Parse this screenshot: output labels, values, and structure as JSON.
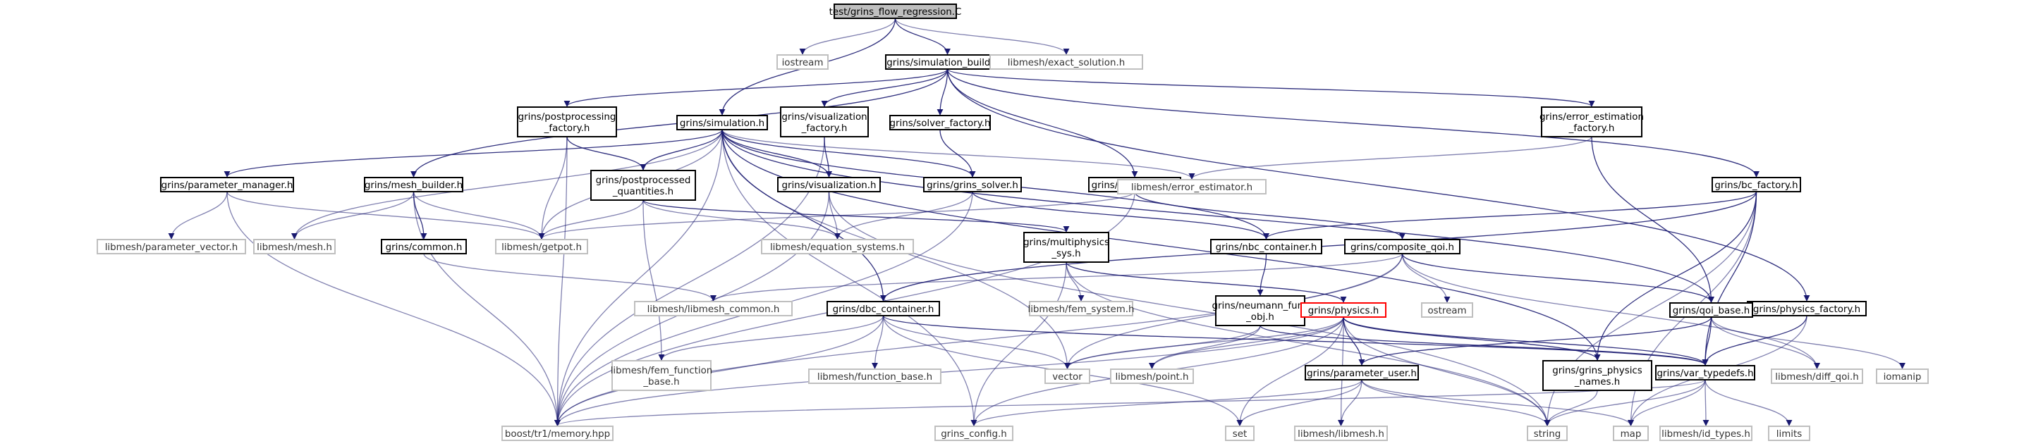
{
  "colors": {
    "edge": "#191970",
    "edge_light": "#b0b0b0",
    "node_border": "#000000",
    "external_border": "#bfbfbf",
    "root_fill": "#bfbfbf",
    "highlight_border": "#ff0000",
    "background": "#ffffff"
  },
  "nodes": {
    "test_grins_flow_regression_c": {
      "lines": [
        "test/grins_flow_regression.C"
      ],
      "kind": "root"
    },
    "iostream": {
      "lines": [
        "iostream"
      ],
      "kind": "external"
    },
    "grins_simulation_builder_h": {
      "lines": [
        "grins/simulation_builder.h"
      ],
      "kind": "local"
    },
    "libmesh_exact_solution_h": {
      "lines": [
        "libmesh/exact_solution.h"
      ],
      "kind": "external"
    },
    "grins_postprocessing_factory_h": {
      "lines": [
        "grins/postprocessing",
        "_factory.h"
      ],
      "kind": "local"
    },
    "grins_simulation_h": {
      "lines": [
        "grins/simulation.h"
      ],
      "kind": "local"
    },
    "grins_visualization_factory_h": {
      "lines": [
        "grins/visualization",
        "_factory.h"
      ],
      "kind": "local"
    },
    "grins_solver_factory_h": {
      "lines": [
        "grins/solver_factory.h"
      ],
      "kind": "local"
    },
    "grins_error_estimation_factory_h": {
      "lines": [
        "grins/error_estimation",
        "_factory.h"
      ],
      "kind": "local"
    },
    "grins_parameter_manager_h": {
      "lines": [
        "grins/parameter_manager.h"
      ],
      "kind": "local"
    },
    "grins_mesh_builder_h": {
      "lines": [
        "grins/mesh_builder.h"
      ],
      "kind": "local"
    },
    "grins_postprocessed_quantities_h": {
      "lines": [
        "grins/postprocessed",
        "_quantities.h"
      ],
      "kind": "local"
    },
    "grins_visualization_h": {
      "lines": [
        "grins/visualization.h"
      ],
      "kind": "local"
    },
    "grins_grins_solver_h": {
      "lines": [
        "grins/grins_solver.h"
      ],
      "kind": "local"
    },
    "grins_qoi_factory_h": {
      "lines": [
        "grins/qoi_factory.h"
      ],
      "kind": "local"
    },
    "libmesh_error_estimator_h": {
      "lines": [
        "libmesh/error_estimator.h"
      ],
      "kind": "external"
    },
    "grins_bc_factory_h": {
      "lines": [
        "grins/bc_factory.h"
      ],
      "kind": "local"
    },
    "libmesh_parameter_vector_h": {
      "lines": [
        "libmesh/parameter_vector.h"
      ],
      "kind": "external"
    },
    "libmesh_mesh_h": {
      "lines": [
        "libmesh/mesh.h"
      ],
      "kind": "external"
    },
    "grins_common_h": {
      "lines": [
        "grins/common.h"
      ],
      "kind": "local"
    },
    "libmesh_getpot_h": {
      "lines": [
        "libmesh/getpot.h"
      ],
      "kind": "external"
    },
    "libmesh_equation_systems_h": {
      "lines": [
        "libmesh/equation_systems.h"
      ],
      "kind": "external"
    },
    "grins_multiphysics_sys_h": {
      "lines": [
        "grins/multiphysics",
        "_sys.h"
      ],
      "kind": "local"
    },
    "grins_nbc_container_h": {
      "lines": [
        "grins/nbc_container.h"
      ],
      "kind": "local"
    },
    "grins_composite_qoi_h": {
      "lines": [
        "grins/composite_qoi.h"
      ],
      "kind": "local"
    },
    "grins_physics_factory_h": {
      "lines": [
        "grins/physics_factory.h"
      ],
      "kind": "local"
    },
    "libmesh_libmesh_common_h": {
      "lines": [
        "libmesh/libmesh_common.h"
      ],
      "kind": "external"
    },
    "grins_dbc_container_h": {
      "lines": [
        "grins/dbc_container.h"
      ],
      "kind": "local"
    },
    "libmesh_fem_system_h": {
      "lines": [
        "libmesh/fem_system.h"
      ],
      "kind": "external"
    },
    "grins_neumann_func_obj_h": {
      "lines": [
        "grins/neumann_func",
        "_obj.h"
      ],
      "kind": "local"
    },
    "grins_physics_h": {
      "lines": [
        "grins/physics.h"
      ],
      "kind": "highlight"
    },
    "ostream": {
      "lines": [
        "ostream"
      ],
      "kind": "external"
    },
    "grins_qoi_base_h": {
      "lines": [
        "grins/qoi_base.h"
      ],
      "kind": "local"
    },
    "libmesh_fem_function_base_h": {
      "lines": [
        "libmesh/fem_function",
        "_base.h"
      ],
      "kind": "external"
    },
    "libmesh_function_base_h": {
      "lines": [
        "libmesh/function_base.h"
      ],
      "kind": "external"
    },
    "vector": {
      "lines": [
        "vector"
      ],
      "kind": "external"
    },
    "libmesh_point_h": {
      "lines": [
        "libmesh/point.h"
      ],
      "kind": "external"
    },
    "grins_parameter_user_h": {
      "lines": [
        "grins/parameter_user.h"
      ],
      "kind": "local"
    },
    "grins_grins_physics_names_h": {
      "lines": [
        "grins/grins_physics",
        "_names.h"
      ],
      "kind": "local"
    },
    "grins_var_typedefs_h": {
      "lines": [
        "grins/var_typedefs.h"
      ],
      "kind": "local"
    },
    "libmesh_diff_qoi_h": {
      "lines": [
        "libmesh/diff_qoi.h"
      ],
      "kind": "external"
    },
    "iomanip": {
      "lines": [
        "iomanip"
      ],
      "kind": "external"
    },
    "boost_tr1_memory_hpp": {
      "lines": [
        "boost/tr1/memory.hpp"
      ],
      "kind": "external"
    },
    "grins_config_h": {
      "lines": [
        "grins_config.h"
      ],
      "kind": "external"
    },
    "set": {
      "lines": [
        "set"
      ],
      "kind": "external"
    },
    "libmesh_libmesh_h": {
      "lines": [
        "libmesh/libmesh.h"
      ],
      "kind": "external"
    },
    "string": {
      "lines": [
        "string"
      ],
      "kind": "external"
    },
    "map": {
      "lines": [
        "map"
      ],
      "kind": "external"
    },
    "libmesh_id_types_h": {
      "lines": [
        "libmesh/id_types.h"
      ],
      "kind": "external"
    },
    "limits": {
      "lines": [
        "limits"
      ],
      "kind": "external"
    }
  },
  "edges": [
    [
      "test_grins_flow_regression_c",
      "iostream"
    ],
    [
      "test_grins_flow_regression_c",
      "grins_simulation_builder_h"
    ],
    [
      "test_grins_flow_regression_c",
      "libmesh_exact_solution_h"
    ],
    [
      "test_grins_flow_regression_c",
      "grins_simulation_h"
    ],
    [
      "grins_simulation_builder_h",
      "grins_postprocessing_factory_h"
    ],
    [
      "grins_simulation_builder_h",
      "grins_visualization_factory_h"
    ],
    [
      "grins_simulation_builder_h",
      "grins_solver_factory_h"
    ],
    [
      "grins_simulation_builder_h",
      "grins_error_estimation_factory_h"
    ],
    [
      "grins_simulation_builder_h",
      "grins_mesh_builder_h"
    ],
    [
      "grins_simulation_builder_h",
      "grins_qoi_factory_h"
    ],
    [
      "grins_simulation_builder_h",
      "grins_bc_factory_h"
    ],
    [
      "grins_simulation_builder_h",
      "grins_physics_factory_h"
    ],
    [
      "grins_postprocessing_factory_h",
      "grins_postprocessed_quantities_h"
    ],
    [
      "grins_postprocessing_factory_h",
      "libmesh_getpot_h"
    ],
    [
      "grins_postprocessing_factory_h",
      "boost_tr1_memory_hpp"
    ],
    [
      "grins_visualization_factory_h",
      "grins_visualization_h"
    ],
    [
      "grins_visualization_factory_h",
      "boost_tr1_memory_hpp"
    ],
    [
      "grins_solver_factory_h",
      "grins_grins_solver_h"
    ],
    [
      "grins_error_estimation_factory_h",
      "libmesh_error_estimator_h"
    ],
    [
      "grins_error_estimation_factory_h",
      "grins_qoi_base_h"
    ],
    [
      "grins_simulation_h",
      "grins_parameter_manager_h"
    ],
    [
      "grins_simulation_h",
      "libmesh_mesh_h"
    ],
    [
      "grins_simulation_h",
      "grins_postprocessed_quantities_h"
    ],
    [
      "grins_simulation_h",
      "libmesh_getpot_h"
    ],
    [
      "grins_simulation_h",
      "grins_visualization_h"
    ],
    [
      "grins_simulation_h",
      "grins_grins_solver_h"
    ],
    [
      "grins_simulation_h",
      "libmesh_error_estimator_h"
    ],
    [
      "grins_simulation_h",
      "grins_nbc_container_h"
    ],
    [
      "grins_simulation_h",
      "grins_dbc_container_h"
    ],
    [
      "grins_simulation_h",
      "grins_qoi_base_h"
    ],
    [
      "grins_simulation_h",
      "grins_grins_physics_names_h"
    ],
    [
      "grins_simulation_h",
      "boost_tr1_memory_hpp"
    ],
    [
      "grins_simulation_h",
      "grins_config_h"
    ],
    [
      "grins_simulation_h",
      "vector"
    ],
    [
      "grins_parameter_manager_h",
      "libmesh_parameter_vector_h"
    ],
    [
      "grins_parameter_manager_h",
      "libmesh_getpot_h"
    ],
    [
      "grins_parameter_manager_h",
      "boost_tr1_memory_hpp"
    ],
    [
      "grins_mesh_builder_h",
      "libmesh_mesh_h"
    ],
    [
      "grins_mesh_builder_h",
      "grins_common_h"
    ],
    [
      "grins_mesh_builder_h",
      "libmesh_getpot_h"
    ],
    [
      "grins_mesh_builder_h",
      "boost_tr1_memory_hpp"
    ],
    [
      "grins_postprocessed_quantities_h",
      "libmesh_getpot_h"
    ],
    [
      "grins_postprocessed_quantities_h",
      "libmesh_equation_systems_h"
    ],
    [
      "grins_postprocessed_quantities_h",
      "grins_multiphysics_sys_h"
    ],
    [
      "grins_postprocessed_quantities_h",
      "libmesh_fem_function_base_h"
    ],
    [
      "grins_visualization_h",
      "libmesh_equation_systems_h"
    ],
    [
      "grins_visualization_h",
      "boost_tr1_memory_hpp"
    ],
    [
      "grins_visualization_h",
      "string"
    ],
    [
      "grins_grins_solver_h",
      "libmesh_equation_systems_h"
    ],
    [
      "grins_grins_solver_h",
      "grins_nbc_container_h"
    ],
    [
      "grins_grins_solver_h",
      "boost_tr1_memory_hpp"
    ],
    [
      "grins_qoi_factory_h",
      "libmesh_getpot_h"
    ],
    [
      "grins_qoi_factory_h",
      "grins_composite_qoi_h"
    ],
    [
      "grins_qoi_factory_h",
      "boost_tr1_memory_hpp"
    ],
    [
      "grins_bc_factory_h",
      "grins_nbc_container_h"
    ],
    [
      "grins_bc_factory_h",
      "grins_dbc_container_h"
    ],
    [
      "grins_bc_factory_h",
      "grins_var_typedefs_h"
    ],
    [
      "grins_bc_factory_h",
      "grins_grins_physics_names_h"
    ],
    [
      "grins_bc_factory_h",
      "map"
    ],
    [
      "grins_bc_factory_h",
      "string"
    ],
    [
      "grins_common_h",
      "libmesh_libmesh_common_h"
    ],
    [
      "grins_multiphysics_sys_h",
      "libmesh_fem_system_h"
    ],
    [
      "grins_multiphysics_sys_h",
      "grins_physics_h"
    ],
    [
      "grins_multiphysics_sys_h",
      "grins_config_h"
    ],
    [
      "grins_multiphysics_sys_h",
      "string"
    ],
    [
      "grins_nbc_container_h",
      "grins_neumann_func_obj_h"
    ],
    [
      "grins_composite_qoi_h",
      "grins_qoi_base_h"
    ],
    [
      "grins_composite_qoi_h",
      "ostream"
    ],
    [
      "grins_composite_qoi_h",
      "libmesh_libmesh_common_h"
    ],
    [
      "grins_composite_qoi_h",
      "boost_tr1_memory_hpp"
    ],
    [
      "grins_composite_qoi_h",
      "vector"
    ],
    [
      "grins_composite_qoi_h",
      "libmesh_diff_qoi_h"
    ],
    [
      "grins_physics_factory_h",
      "grins_var_typedefs_h"
    ],
    [
      "grins_physics_factory_h",
      "map"
    ],
    [
      "grins_dbc_container_h",
      "libmesh_fem_function_base_h"
    ],
    [
      "grins_dbc_container_h",
      "libmesh_function_base_h"
    ],
    [
      "grins_dbc_container_h",
      "vector"
    ],
    [
      "grins_dbc_container_h",
      "set"
    ],
    [
      "grins_dbc_container_h",
      "boost_tr1_memory_hpp"
    ],
    [
      "grins_dbc_container_h",
      "grins_var_typedefs_h"
    ],
    [
      "grins_neumann_func_obj_h",
      "vector"
    ],
    [
      "grins_neumann_func_obj_h",
      "libmesh_point_h"
    ],
    [
      "grins_neumann_func_obj_h",
      "grins_var_typedefs_h"
    ],
    [
      "grins_physics_h",
      "vector"
    ],
    [
      "grins_physics_h",
      "libmesh_point_h"
    ],
    [
      "grins_physics_h",
      "grins_parameter_user_h"
    ],
    [
      "grins_physics_h",
      "grins_grins_physics_names_h"
    ],
    [
      "grins_physics_h",
      "grins_var_typedefs_h"
    ],
    [
      "grins_physics_h",
      "set"
    ],
    [
      "grins_physics_h",
      "libmesh_libmesh_h"
    ],
    [
      "grins_physics_h",
      "string"
    ],
    [
      "grins_physics_h",
      "grins_config_h"
    ],
    [
      "grins_physics_h",
      "boost_tr1_memory_hpp"
    ],
    [
      "grins_qoi_base_h",
      "grins_parameter_user_h"
    ],
    [
      "grins_qoi_base_h",
      "grins_var_typedefs_h"
    ],
    [
      "grins_qoi_base_h",
      "libmesh_diff_qoi_h"
    ],
    [
      "grins_qoi_base_h",
      "iomanip"
    ],
    [
      "grins_parameter_user_h",
      "grins_config_h"
    ],
    [
      "grins_parameter_user_h",
      "set"
    ],
    [
      "grins_parameter_user_h",
      "libmesh_libmesh_h"
    ],
    [
      "grins_parameter_user_h",
      "string"
    ],
    [
      "grins_parameter_user_h",
      "map"
    ],
    [
      "grins_grins_physics_names_h",
      "string"
    ],
    [
      "grins_var_typedefs_h",
      "boost_tr1_memory_hpp"
    ],
    [
      "grins_var_typedefs_h",
      "libmesh_id_types_h"
    ],
    [
      "grins_var_typedefs_h",
      "string"
    ],
    [
      "grins_var_typedefs_h",
      "map"
    ],
    [
      "grins_var_typedefs_h",
      "limits"
    ]
  ]
}
